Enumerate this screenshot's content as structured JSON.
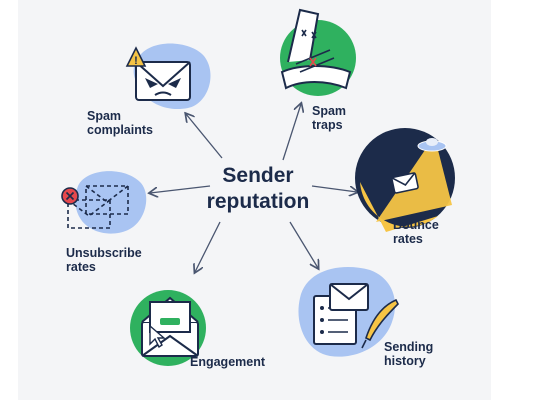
{
  "center": {
    "line1": "Sender",
    "line2": "reputation"
  },
  "nodes": {
    "spam_complaints": {
      "line1": "Spam",
      "line2": "complaints",
      "icon": "angry-envelope-icon"
    },
    "spam_traps": {
      "line1": "Spam",
      "line2": "traps",
      "icon": "mousetrap-envelope-icon"
    },
    "bounce_rates": {
      "line1": "Bounce",
      "line2": "rates",
      "icon": "ufo-beam-envelope-icon"
    },
    "sending_history": {
      "line1": "Sending",
      "line2": "history",
      "icon": "quill-document-icon"
    },
    "engagement": {
      "line1": "Engagement",
      "icon": "open-envelope-cursor-icon"
    },
    "unsubscribe_rates": {
      "line1": "Unsubscribe",
      "line2": "rates",
      "icon": "unsubscribe-envelopes-icon"
    }
  },
  "colors": {
    "blue_blob": "#a9c4f2",
    "green_blob": "#2fb15f",
    "navy": "#1c2b4a",
    "yellow": "#f6c445",
    "red": "#e5484d",
    "panel": "#f4f5f7"
  }
}
